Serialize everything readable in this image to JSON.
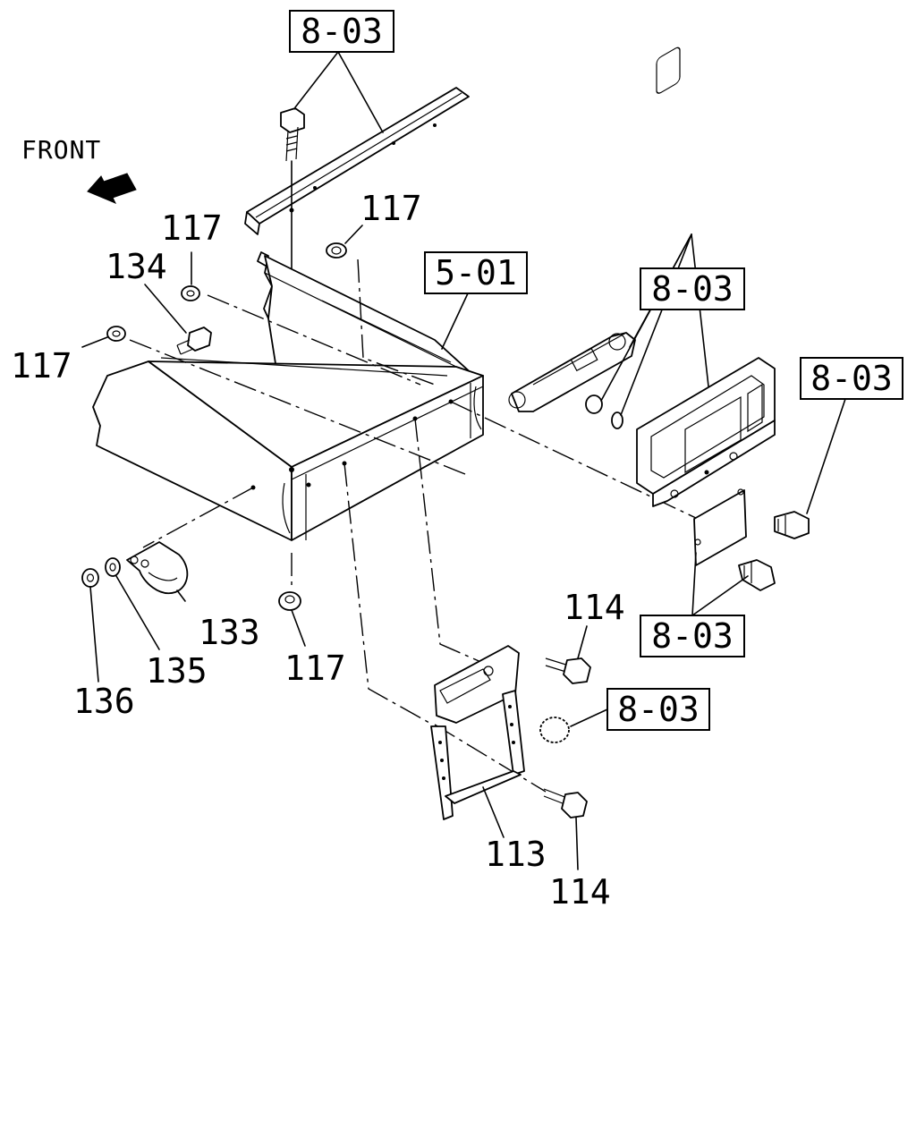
{
  "direction_label": "FRONT",
  "reference_boxes": [
    "8-03",
    "5-01",
    "8-03",
    "8-03",
    "8-03",
    "8-03"
  ],
  "callouts": [
    "117",
    "117",
    "134",
    "117",
    "133",
    "135",
    "136",
    "117",
    "114",
    "113",
    "114"
  ]
}
